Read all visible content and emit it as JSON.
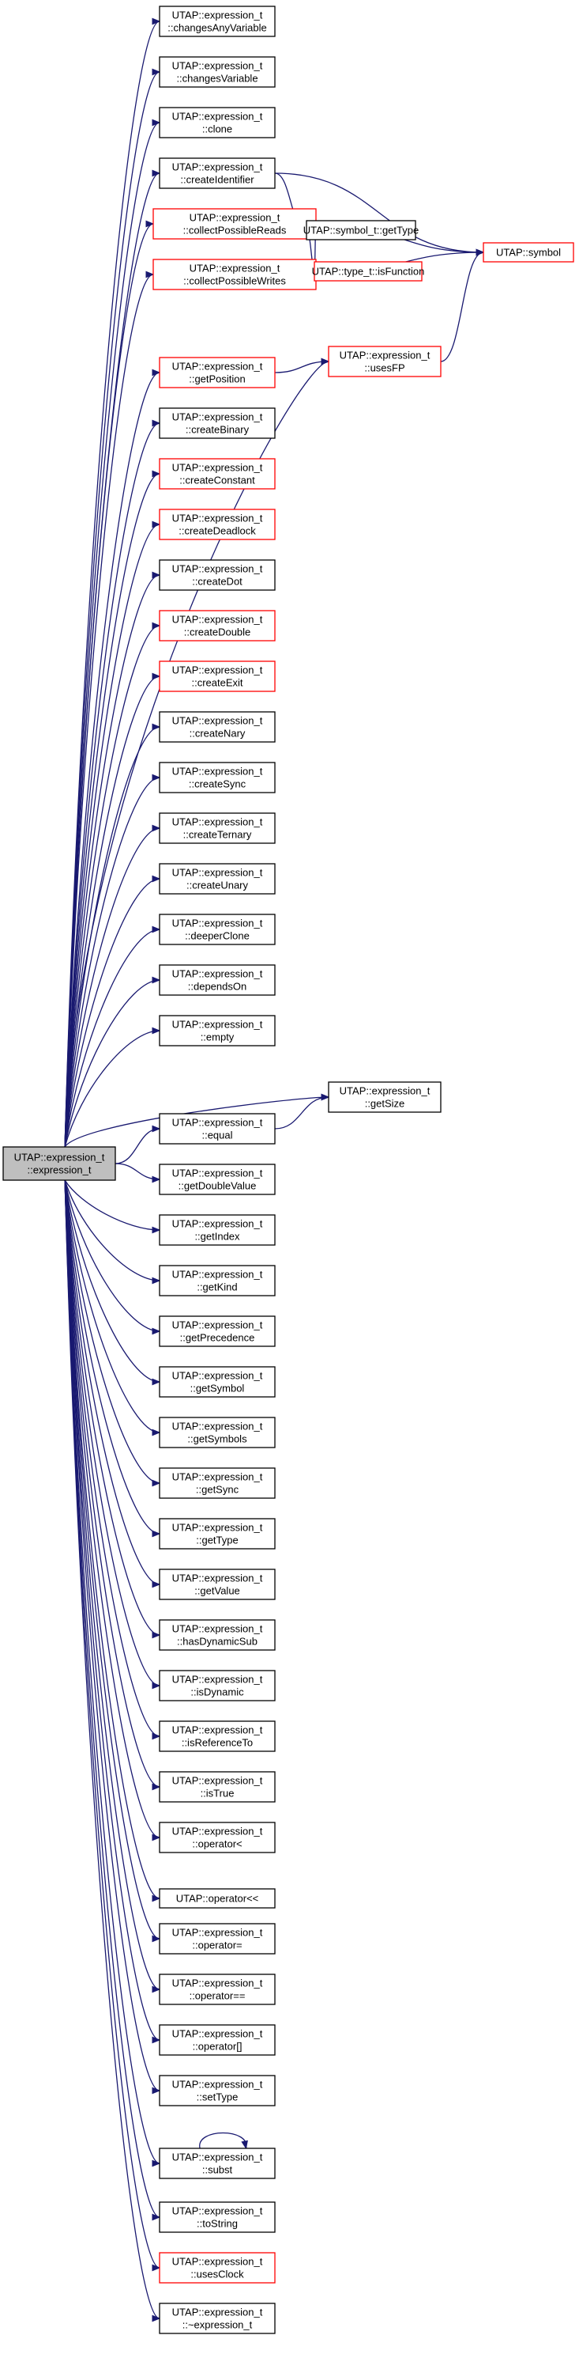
{
  "colors": {
    "edge": "#191970",
    "border_normal": "#000000",
    "border_highlight": "#ff0000",
    "root_fill": "#bfbfbf",
    "node_fill": "#ffffff"
  },
  "nodes": {
    "root": {
      "lines": [
        "UTAP::expression_t",
        "::expression_t"
      ],
      "style": "root"
    },
    "changesAnyVariable": {
      "lines": [
        "UTAP::expression_t",
        "::changesAnyVariable"
      ],
      "style": "normal"
    },
    "changesVariable": {
      "lines": [
        "UTAP::expression_t",
        "::changesVariable"
      ],
      "style": "normal"
    },
    "clone": {
      "lines": [
        "UTAP::expression_t",
        "::clone"
      ],
      "style": "normal"
    },
    "createIdentifier": {
      "lines": [
        "UTAP::expression_t",
        "::createIdentifier"
      ],
      "style": "normal"
    },
    "collectPossibleReads": {
      "lines": [
        "UTAP::expression_t",
        "::collectPossibleReads"
      ],
      "style": "red"
    },
    "collectPossibleWrites": {
      "lines": [
        "UTAP::expression_t",
        "::collectPossibleWrites"
      ],
      "style": "red"
    },
    "symbolGetType": {
      "lines": [
        "UTAP::symbol_t::getType"
      ],
      "style": "normal"
    },
    "typeIsFunction": {
      "lines": [
        "UTAP::type_t::isFunction"
      ],
      "style": "red"
    },
    "symbol": {
      "lines": [
        "UTAP::symbol"
      ],
      "style": "red"
    },
    "getPosition": {
      "lines": [
        "UTAP::expression_t",
        "::getPosition"
      ],
      "style": "red"
    },
    "usesFP": {
      "lines": [
        "UTAP::expression_t",
        "::usesFP"
      ],
      "style": "red"
    },
    "createBinary": {
      "lines": [
        "UTAP::expression_t",
        "::createBinary"
      ],
      "style": "normal"
    },
    "createConstant": {
      "lines": [
        "UTAP::expression_t",
        "::createConstant"
      ],
      "style": "red"
    },
    "createDeadlock": {
      "lines": [
        "UTAP::expression_t",
        "::createDeadlock"
      ],
      "style": "red"
    },
    "createDot": {
      "lines": [
        "UTAP::expression_t",
        "::createDot"
      ],
      "style": "normal"
    },
    "createDouble": {
      "lines": [
        "UTAP::expression_t",
        "::createDouble"
      ],
      "style": "red"
    },
    "createExit": {
      "lines": [
        "UTAP::expression_t",
        "::createExit"
      ],
      "style": "red"
    },
    "createNary": {
      "lines": [
        "UTAP::expression_t",
        "::createNary"
      ],
      "style": "normal"
    },
    "createSync": {
      "lines": [
        "UTAP::expression_t",
        "::createSync"
      ],
      "style": "normal"
    },
    "createTernary": {
      "lines": [
        "UTAP::expression_t",
        "::createTernary"
      ],
      "style": "normal"
    },
    "createUnary": {
      "lines": [
        "UTAP::expression_t",
        "::createUnary"
      ],
      "style": "normal"
    },
    "deeperClone": {
      "lines": [
        "UTAP::expression_t",
        "::deeperClone"
      ],
      "style": "normal"
    },
    "dependsOn": {
      "lines": [
        "UTAP::expression_t",
        "::dependsOn"
      ],
      "style": "normal"
    },
    "empty": {
      "lines": [
        "UTAP::expression_t",
        "::empty"
      ],
      "style": "normal"
    },
    "getSize": {
      "lines": [
        "UTAP::expression_t",
        "::getSize"
      ],
      "style": "normal"
    },
    "equal": {
      "lines": [
        "UTAP::expression_t",
        "::equal"
      ],
      "style": "normal"
    },
    "getDoubleValue": {
      "lines": [
        "UTAP::expression_t",
        "::getDoubleValue"
      ],
      "style": "normal"
    },
    "getIndex": {
      "lines": [
        "UTAP::expression_t",
        "::getIndex"
      ],
      "style": "normal"
    },
    "getKind": {
      "lines": [
        "UTAP::expression_t",
        "::getKind"
      ],
      "style": "normal"
    },
    "getPrecedence": {
      "lines": [
        "UTAP::expression_t",
        "::getPrecedence"
      ],
      "style": "normal"
    },
    "getSymbol": {
      "lines": [
        "UTAP::expression_t",
        "::getSymbol"
      ],
      "style": "normal"
    },
    "getSymbols": {
      "lines": [
        "UTAP::expression_t",
        "::getSymbols"
      ],
      "style": "normal"
    },
    "getSync": {
      "lines": [
        "UTAP::expression_t",
        "::getSync"
      ],
      "style": "normal"
    },
    "getType": {
      "lines": [
        "UTAP::expression_t",
        "::getType"
      ],
      "style": "normal"
    },
    "getValue": {
      "lines": [
        "UTAP::expression_t",
        "::getValue"
      ],
      "style": "normal"
    },
    "hasDynamicSub": {
      "lines": [
        "UTAP::expression_t",
        "::hasDynamicSub"
      ],
      "style": "normal"
    },
    "isDynamic": {
      "lines": [
        "UTAP::expression_t",
        "::isDynamic"
      ],
      "style": "normal"
    },
    "isReferenceTo": {
      "lines": [
        "UTAP::expression_t",
        "::isReferenceTo"
      ],
      "style": "normal"
    },
    "isTrue": {
      "lines": [
        "UTAP::expression_t",
        "::isTrue"
      ],
      "style": "normal"
    },
    "operatorLt": {
      "lines": [
        "UTAP::expression_t",
        "::operator<"
      ],
      "style": "normal"
    },
    "operatorShl": {
      "lines": [
        "UTAP::operator<<"
      ],
      "style": "normal"
    },
    "operatorAssign": {
      "lines": [
        "UTAP::expression_t",
        "::operator="
      ],
      "style": "normal"
    },
    "operatorEq": {
      "lines": [
        "UTAP::expression_t",
        "::operator=="
      ],
      "style": "normal"
    },
    "operatorIdx": {
      "lines": [
        "UTAP::expression_t",
        "::operator[]"
      ],
      "style": "normal"
    },
    "setType": {
      "lines": [
        "UTAP::expression_t",
        "::setType"
      ],
      "style": "normal"
    },
    "subst": {
      "lines": [
        "UTAP::expression_t",
        "::subst"
      ],
      "style": "normal"
    },
    "toString": {
      "lines": [
        "UTAP::expression_t",
        "::toString"
      ],
      "style": "normal"
    },
    "usesClock": {
      "lines": [
        "UTAP::expression_t",
        "::usesClock"
      ],
      "style": "red"
    },
    "destructor": {
      "lines": [
        "UTAP::expression_t",
        "::~expression_t"
      ],
      "style": "normal"
    }
  },
  "edges": [
    [
      "root",
      "changesAnyVariable"
    ],
    [
      "root",
      "changesVariable"
    ],
    [
      "root",
      "clone"
    ],
    [
      "root",
      "createIdentifier"
    ],
    [
      "root",
      "collectPossibleReads"
    ],
    [
      "root",
      "collectPossibleWrites"
    ],
    [
      "root",
      "getPosition"
    ],
    [
      "root",
      "usesFP"
    ],
    [
      "root",
      "createBinary"
    ],
    [
      "root",
      "createConstant"
    ],
    [
      "root",
      "createDeadlock"
    ],
    [
      "root",
      "createDot"
    ],
    [
      "root",
      "createDouble"
    ],
    [
      "root",
      "createExit"
    ],
    [
      "root",
      "createNary"
    ],
    [
      "root",
      "createSync"
    ],
    [
      "root",
      "createTernary"
    ],
    [
      "root",
      "createUnary"
    ],
    [
      "root",
      "deeperClone"
    ],
    [
      "root",
      "dependsOn"
    ],
    [
      "root",
      "empty"
    ],
    [
      "root",
      "getSize"
    ],
    [
      "root",
      "equal"
    ],
    [
      "root",
      "getDoubleValue"
    ],
    [
      "root",
      "getIndex"
    ],
    [
      "root",
      "getKind"
    ],
    [
      "root",
      "getPrecedence"
    ],
    [
      "root",
      "getSymbol"
    ],
    [
      "root",
      "getSymbols"
    ],
    [
      "root",
      "getSync"
    ],
    [
      "root",
      "getType"
    ],
    [
      "root",
      "getValue"
    ],
    [
      "root",
      "hasDynamicSub"
    ],
    [
      "root",
      "isDynamic"
    ],
    [
      "root",
      "isReferenceTo"
    ],
    [
      "root",
      "isTrue"
    ],
    [
      "root",
      "operatorLt"
    ],
    [
      "root",
      "operatorShl"
    ],
    [
      "root",
      "operatorAssign"
    ],
    [
      "root",
      "operatorEq"
    ],
    [
      "root",
      "operatorIdx"
    ],
    [
      "root",
      "setType"
    ],
    [
      "root",
      "subst"
    ],
    [
      "root",
      "toString"
    ],
    [
      "root",
      "usesClock"
    ],
    [
      "root",
      "destructor"
    ],
    [
      "createIdentifier",
      "symbolGetType"
    ],
    [
      "createIdentifier",
      "symbol"
    ],
    [
      "collectPossibleReads",
      "symbolGetType"
    ],
    [
      "collectPossibleReads",
      "typeIsFunction"
    ],
    [
      "collectPossibleReads",
      "symbol"
    ],
    [
      "collectPossibleWrites",
      "symbolGetType"
    ],
    [
      "collectPossibleWrites",
      "typeIsFunction"
    ],
    [
      "collectPossibleWrites",
      "symbol"
    ],
    [
      "getPosition",
      "usesFP"
    ],
    [
      "usesFP",
      "symbol"
    ],
    [
      "equal",
      "getSize"
    ],
    [
      "subst",
      "subst"
    ]
  ]
}
